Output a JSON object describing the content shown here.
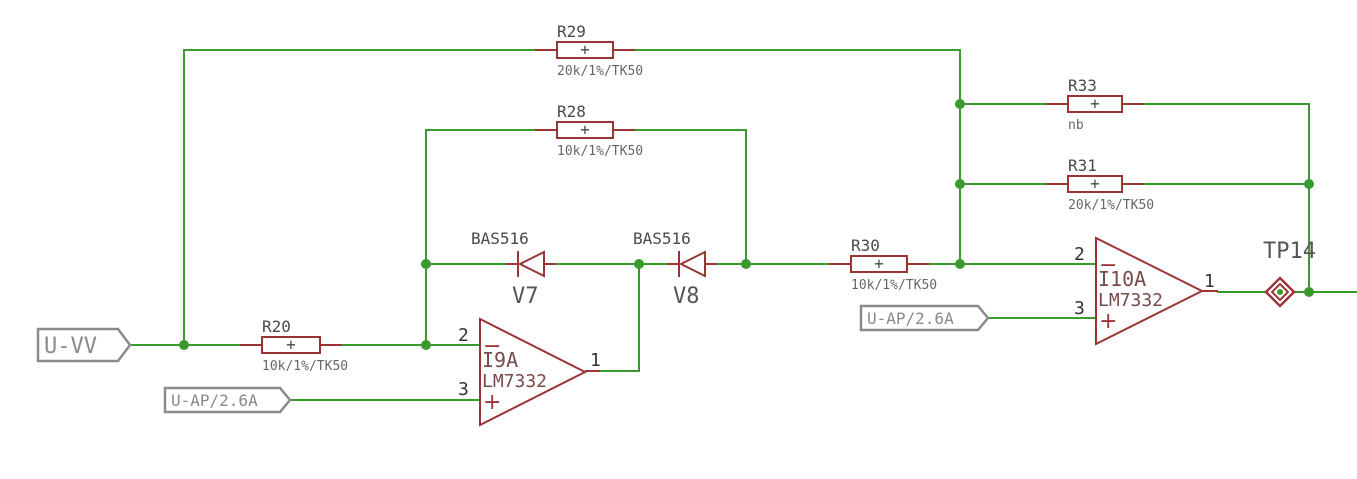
{
  "colors": {
    "wire": "#3a9a2e",
    "part": "#9b3535",
    "label": "#4a4a4a",
    "port": "#8a8a8a"
  },
  "resistors": {
    "r29": {
      "name": "R29",
      "value": "20k/1%/TK50"
    },
    "r28": {
      "name": "R28",
      "value": "10k/1%/TK50"
    },
    "r33": {
      "name": "R33",
      "value": "nb"
    },
    "r31": {
      "name": "R31",
      "value": "20k/1%/TK50"
    },
    "r30": {
      "name": "R30",
      "value": "10k/1%/TK50"
    },
    "r20": {
      "name": "R20",
      "value": "10k/1%/TK50"
    }
  },
  "diodes": {
    "v7": {
      "name": "V7",
      "type": "BAS516"
    },
    "v8": {
      "name": "V8",
      "type": "BAS516"
    }
  },
  "opamps": {
    "i9a": {
      "name": "I9A",
      "type": "LM7332",
      "pin_inv": "2",
      "pin_noninv": "3",
      "pin_out": "1",
      "minus": "−",
      "plus": "+"
    },
    "i10a": {
      "name": "I10A",
      "type": "LM7332",
      "pin_inv": "2",
      "pin_noninv": "3",
      "pin_out": "1",
      "minus": "−",
      "plus": "+"
    }
  },
  "resistor_mark": "+",
  "testpoint": {
    "name": "TP14"
  },
  "ports": {
    "input": {
      "label": "U-VV"
    },
    "ref1": {
      "label": "U-AP/2.6A"
    },
    "ref2": {
      "label": "U-AP/2.6A"
    }
  }
}
